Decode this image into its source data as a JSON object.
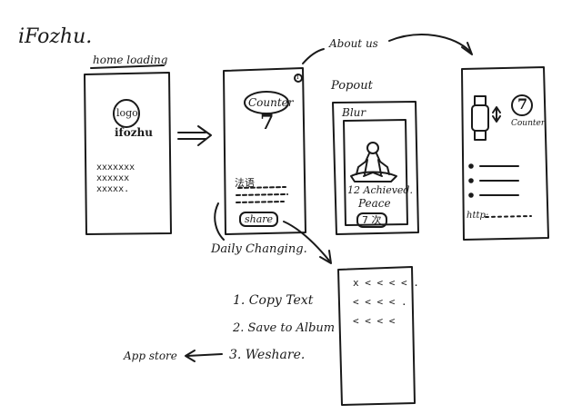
{
  "brand": "iFozhu.",
  "home_loading": {
    "title": "home loading",
    "logo": "logo",
    "app_name": "ifozhu",
    "placeholder_lines": [
      "xxxxxxx",
      "xxxxxx",
      "xxxxx."
    ]
  },
  "counter_screen": {
    "info_glyph": "i",
    "counter_label": "Counter",
    "counter_value": "7",
    "chinese_text": "法语",
    "share_label": "share"
  },
  "about_us": "About us",
  "popout": {
    "title": "Popout",
    "blur_label": "Blur",
    "achieved_text": "12 Achieved.",
    "peace_text": "Peace",
    "badge_value": "7",
    "badge_unit": "次"
  },
  "about_screen": {
    "counter_value": "7",
    "counter_label": "Counter",
    "link_text": "http:"
  },
  "daily_changing": "Daily Changing.",
  "options": [
    "1. Copy Text",
    "2. Save to Album",
    "3. Weshare."
  ],
  "app_store": "App store",
  "share_sheet_lines": [
    "x < < < < .",
    "< < < < .",
    "< < < <"
  ],
  "colors": {
    "ink": "#1a1a1a",
    "paper": "#ffffff"
  }
}
